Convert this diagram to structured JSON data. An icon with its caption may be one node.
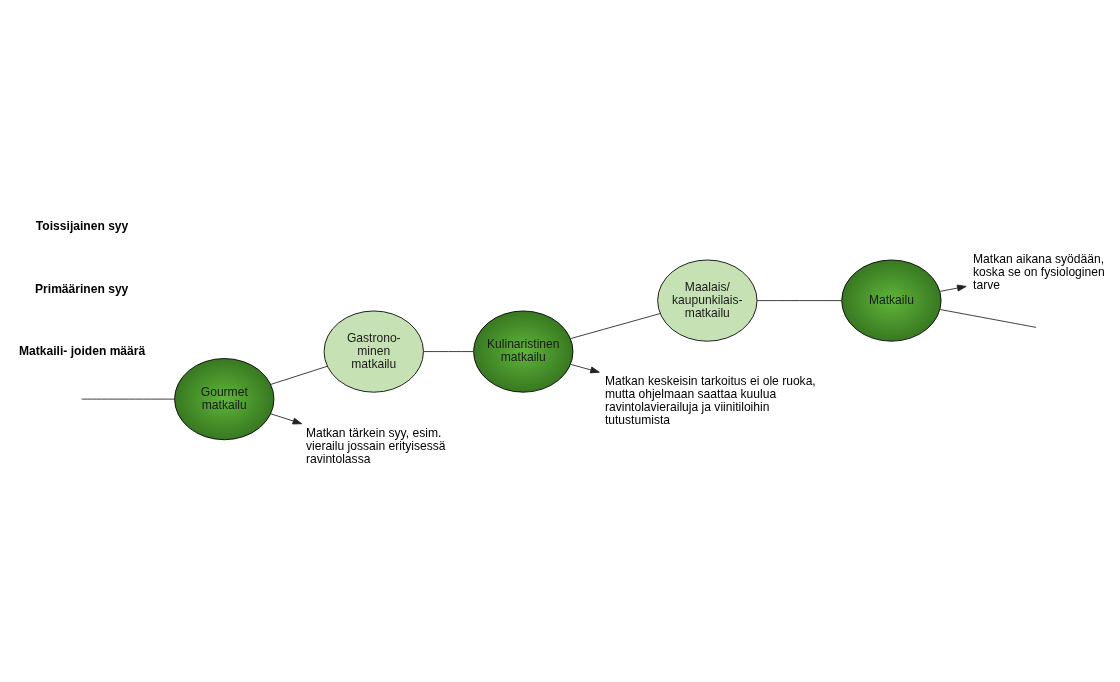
{
  "diagram": {
    "nodes": [
      {
        "text": [
          "Gourmet matkailu"
        ]
      },
      {
        "text": [
          "Gastrono- minen matkailu"
        ]
      },
      {
        "text": [
          "Kulinaristinen matkailu"
        ]
      },
      {
        "text": [
          "Maalais/ kaupunkilais- matkailu"
        ]
      },
      {
        "text": [
          "Matkailu"
        ]
      },
      {
        "text": [
          "Matkan keskeisin tarkoitus ei ole ruoka, mutta ohjelmaan saattaa kuulua ravintolavierailuja ja viinitiloihin tutustumista"
        ]
      },
      {
        "text": [
          "Matkan aikana syödään, koska se on fysiologinen tarve"
        ]
      },
      {
        "text": [
          "Matkan tärkein syy, esim. vierailu jossain erityisessä ravintolassa"
        ]
      }
    ],
    "edges": [
      {
        "from": null,
        "to": 0,
        "arrow": "none"
      },
      {
        "from": 0,
        "to": 1,
        "arrow": "none"
      },
      {
        "from": 1,
        "to": 2,
        "arrow": "none"
      },
      {
        "from": 2,
        "to": 3,
        "arrow": "none"
      },
      {
        "from": 3,
        "to": 4,
        "arrow": "none"
      },
      {
        "from": 4,
        "to": null,
        "arrow": "none"
      },
      {
        "from": 0,
        "to": 7,
        "arrow": "to"
      },
      {
        "from": 2,
        "to": 5,
        "arrow": "to"
      },
      {
        "from": 4,
        "to": 6,
        "arrow": "to"
      }
    ],
    "labels": [
      "Matkaili- joiden määrä",
      "Primäärinen syy",
      "Toissijainen syy"
    ]
  }
}
